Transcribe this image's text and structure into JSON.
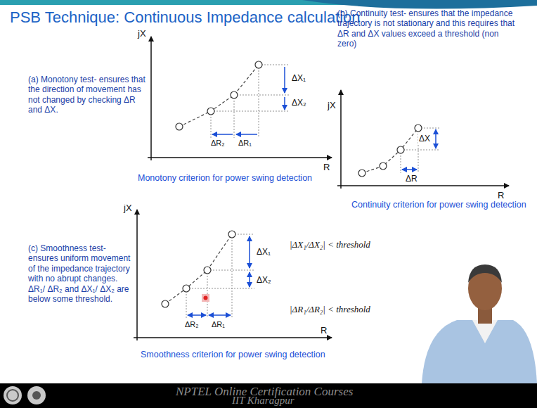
{
  "diagram": {
    "title": "PSB Technique: Continuous Impedance calculation",
    "labels": [
      "(a) Monotony test- ensures that the direction of movement has not changed by checking ΔR and ΔX.",
      "jX",
      "ΔX₁",
      "ΔX₂",
      "ΔR₂",
      "ΔR₁",
      "R",
      "Monotony criterion for power swing detection",
      "(b) Continuity test- ensures that the impedance trajectory is not stationary and this requires that ΔR and ΔX values exceed a threshold (non zero)",
      "jX",
      "ΔX",
      "ΔR",
      "R",
      "Continuity criterion for power swing detection",
      "(c) Smoothness test- ensures uniform movement of the impedance trajectory with no abrupt changes. ΔR₁/ ΔR₂ and ΔX₁/ ΔX₂ are below some threshold.",
      "jX",
      "ΔX₁",
      "ΔX₂",
      "|ΔX₁/ΔX₂| < threshold",
      "ΔR₂",
      "ΔR₁",
      "R",
      "|ΔR₁/ΔR₂| < threshold",
      "Smoothness criterion for power swing detection",
      "NPTEL Online Certification Courses",
      "IIT Kharagpur"
    ]
  }
}
